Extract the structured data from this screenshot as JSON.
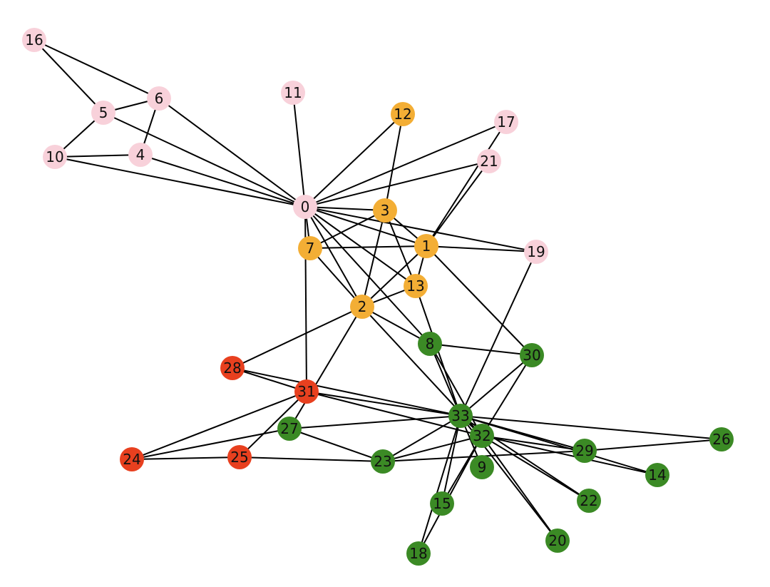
{
  "colors": {
    "pink": "#f8d1da",
    "orange": "#f3ae35",
    "red": "#e8401f",
    "green": "#3b8a25"
  },
  "nodes": [
    {
      "id": "0",
      "group": "pink"
    },
    {
      "id": "1",
      "group": "orange"
    },
    {
      "id": "2",
      "group": "orange"
    },
    {
      "id": "3",
      "group": "orange"
    },
    {
      "id": "4",
      "group": "pink"
    },
    {
      "id": "5",
      "group": "pink"
    },
    {
      "id": "6",
      "group": "pink"
    },
    {
      "id": "7",
      "group": "orange"
    },
    {
      "id": "8",
      "group": "green"
    },
    {
      "id": "9",
      "group": "green"
    },
    {
      "id": "10",
      "group": "pink"
    },
    {
      "id": "11",
      "group": "pink"
    },
    {
      "id": "12",
      "group": "orange"
    },
    {
      "id": "13",
      "group": "orange"
    },
    {
      "id": "14",
      "group": "green"
    },
    {
      "id": "15",
      "group": "green"
    },
    {
      "id": "16",
      "group": "pink"
    },
    {
      "id": "17",
      "group": "pink"
    },
    {
      "id": "18",
      "group": "green"
    },
    {
      "id": "19",
      "group": "pink"
    },
    {
      "id": "20",
      "group": "green"
    },
    {
      "id": "21",
      "group": "pink"
    },
    {
      "id": "22",
      "group": "green"
    },
    {
      "id": "23",
      "group": "green"
    },
    {
      "id": "24",
      "group": "red"
    },
    {
      "id": "25",
      "group": "red"
    },
    {
      "id": "26",
      "group": "green"
    },
    {
      "id": "27",
      "group": "green"
    },
    {
      "id": "28",
      "group": "red"
    },
    {
      "id": "29",
      "group": "green"
    },
    {
      "id": "30",
      "group": "green"
    },
    {
      "id": "31",
      "group": "red"
    },
    {
      "id": "32",
      "group": "green"
    },
    {
      "id": "33",
      "group": "green"
    }
  ],
  "edges": [
    [
      "0",
      "1"
    ],
    [
      "0",
      "2"
    ],
    [
      "0",
      "3"
    ],
    [
      "0",
      "4"
    ],
    [
      "0",
      "5"
    ],
    [
      "0",
      "6"
    ],
    [
      "0",
      "7"
    ],
    [
      "0",
      "8"
    ],
    [
      "0",
      "10"
    ],
    [
      "0",
      "11"
    ],
    [
      "0",
      "12"
    ],
    [
      "0",
      "13"
    ],
    [
      "0",
      "17"
    ],
    [
      "0",
      "19"
    ],
    [
      "0",
      "21"
    ],
    [
      "0",
      "31"
    ],
    [
      "1",
      "2"
    ],
    [
      "1",
      "3"
    ],
    [
      "1",
      "7"
    ],
    [
      "1",
      "13"
    ],
    [
      "1",
      "17"
    ],
    [
      "1",
      "19"
    ],
    [
      "1",
      "21"
    ],
    [
      "1",
      "30"
    ],
    [
      "2",
      "3"
    ],
    [
      "2",
      "7"
    ],
    [
      "2",
      "8"
    ],
    [
      "2",
      "13"
    ],
    [
      "2",
      "27"
    ],
    [
      "2",
      "28"
    ],
    [
      "2",
      "32"
    ],
    [
      "3",
      "7"
    ],
    [
      "3",
      "12"
    ],
    [
      "3",
      "13"
    ],
    [
      "4",
      "6"
    ],
    [
      "4",
      "10"
    ],
    [
      "5",
      "6"
    ],
    [
      "5",
      "10"
    ],
    [
      "5",
      "16"
    ],
    [
      "6",
      "16"
    ],
    [
      "8",
      "30"
    ],
    [
      "8",
      "32"
    ],
    [
      "8",
      "33"
    ],
    [
      "9",
      "33"
    ],
    [
      "13",
      "33"
    ],
    [
      "14",
      "32"
    ],
    [
      "14",
      "33"
    ],
    [
      "15",
      "32"
    ],
    [
      "15",
      "33"
    ],
    [
      "18",
      "32"
    ],
    [
      "18",
      "33"
    ],
    [
      "19",
      "33"
    ],
    [
      "20",
      "32"
    ],
    [
      "20",
      "33"
    ],
    [
      "22",
      "32"
    ],
    [
      "22",
      "33"
    ],
    [
      "23",
      "25"
    ],
    [
      "23",
      "27"
    ],
    [
      "23",
      "29"
    ],
    [
      "23",
      "32"
    ],
    [
      "23",
      "33"
    ],
    [
      "24",
      "25"
    ],
    [
      "24",
      "27"
    ],
    [
      "24",
      "31"
    ],
    [
      "25",
      "31"
    ],
    [
      "26",
      "29"
    ],
    [
      "26",
      "33"
    ],
    [
      "27",
      "33"
    ],
    [
      "28",
      "31"
    ],
    [
      "28",
      "33"
    ],
    [
      "29",
      "32"
    ],
    [
      "29",
      "33"
    ],
    [
      "30",
      "32"
    ],
    [
      "30",
      "33"
    ],
    [
      "31",
      "32"
    ],
    [
      "31",
      "33"
    ],
    [
      "32",
      "33"
    ]
  ]
}
